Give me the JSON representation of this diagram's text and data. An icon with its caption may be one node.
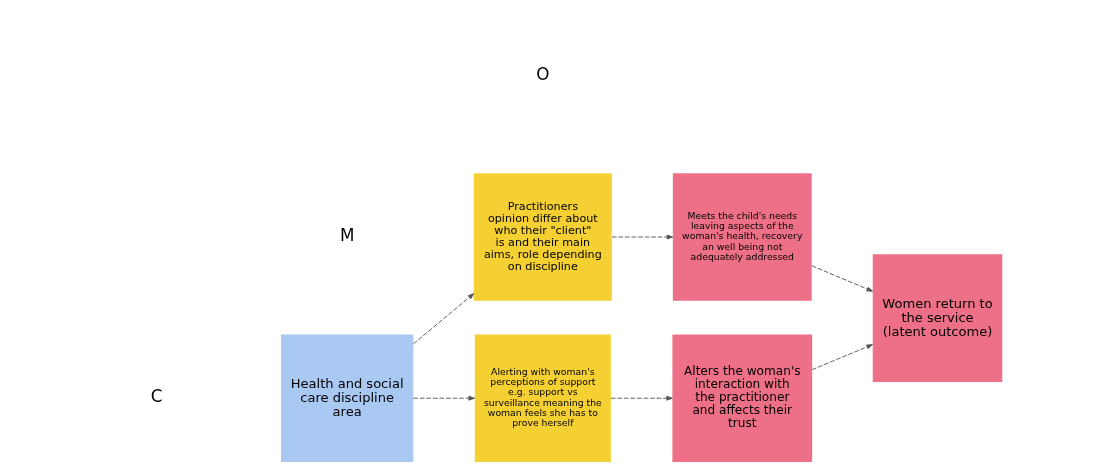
{
  "diagram": {
    "nodes": [
      {
        "text": [
          "Health and social care discipline area"
        ]
      },
      {
        "text": [
          "Practitioners opinion differ about who their \"client\" is and their main aims, role depending on discipline"
        ]
      },
      {
        "text": [
          "Alerting with woman's perceptions of support e.g. support vs surveillance meaning the woman feels she has to prove herself"
        ]
      },
      {
        "text": [
          "Meets the child's needs leaving aspects of the woman's health, recovery an well being not adequately addressed"
        ]
      },
      {
        "text": [
          "Alters the woman's interaction with the practitioner and affects their trust"
        ]
      },
      {
        "text": [
          "Women return to the service (latent outcome)"
        ]
      }
    ],
    "edges": [
      {
        "from": 0,
        "to": 1,
        "arrow": "to",
        "style": "dashed"
      },
      {
        "from": 0,
        "to": 2,
        "arrow": "to",
        "style": "dashed"
      },
      {
        "from": 1,
        "to": 3,
        "arrow": "to",
        "style": "dashed"
      },
      {
        "from": 2,
        "to": 4,
        "arrow": "to",
        "style": "dashed"
      },
      {
        "from": 3,
        "to": 5,
        "arrow": "to",
        "style": "dashed"
      },
      {
        "from": 4,
        "to": 5,
        "arrow": "to",
        "style": "dashed"
      }
    ],
    "labels": [
      "C",
      "M",
      "O"
    ]
  }
}
